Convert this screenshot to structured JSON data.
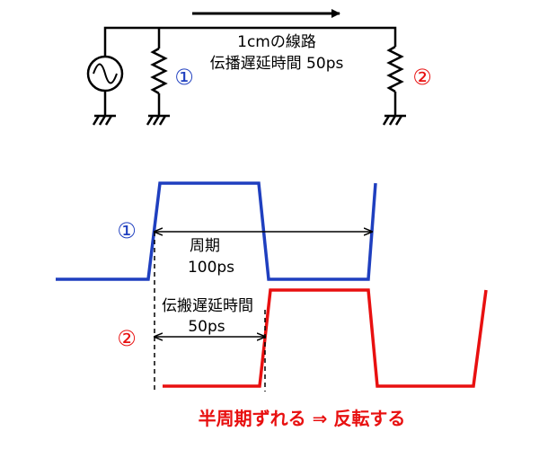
{
  "circuit": {
    "line_title": "1cmの線路",
    "line_delay": "伝播遅延時間 50ps",
    "node1_marker": "①",
    "node2_marker": "②"
  },
  "waveform": {
    "node1_marker": "①",
    "node2_marker": "②",
    "period_label": "周期",
    "period_value": "100ps",
    "delay_label": "伝搬遅延時間",
    "delay_value": "50ps"
  },
  "conclusion": "半周期ずれる ⇒ 反転する",
  "colors": {
    "node1": "#1f3fbf",
    "node2": "#e81010",
    "wire": "#000000"
  }
}
